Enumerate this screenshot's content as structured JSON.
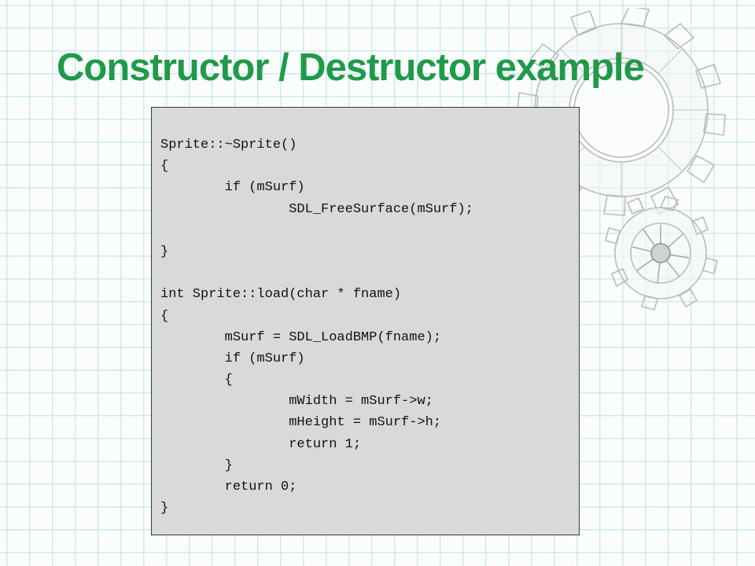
{
  "slide": {
    "title": "Constructor / Destructor example"
  },
  "code": {
    "lines": [
      "Sprite::~Sprite()",
      "{",
      "        if (mSurf)",
      "                SDL_FreeSurface(mSurf);",
      "",
      "}",
      "",
      "int Sprite::load(char * fname)",
      "{",
      "        mSurf = SDL_LoadBMP(fname);",
      "        if (mSurf)",
      "        {",
      "                mWidth = mSurf->w;",
      "                mHeight = mSurf->h;",
      "                return 1;",
      "        }",
      "        return 0;",
      "}"
    ]
  },
  "colors": {
    "title": "#1f9a4a",
    "grid": "#cfe9ea",
    "code_background": "#d9d9d9"
  },
  "decoration": {
    "icon": "gear-sketch-icon"
  }
}
